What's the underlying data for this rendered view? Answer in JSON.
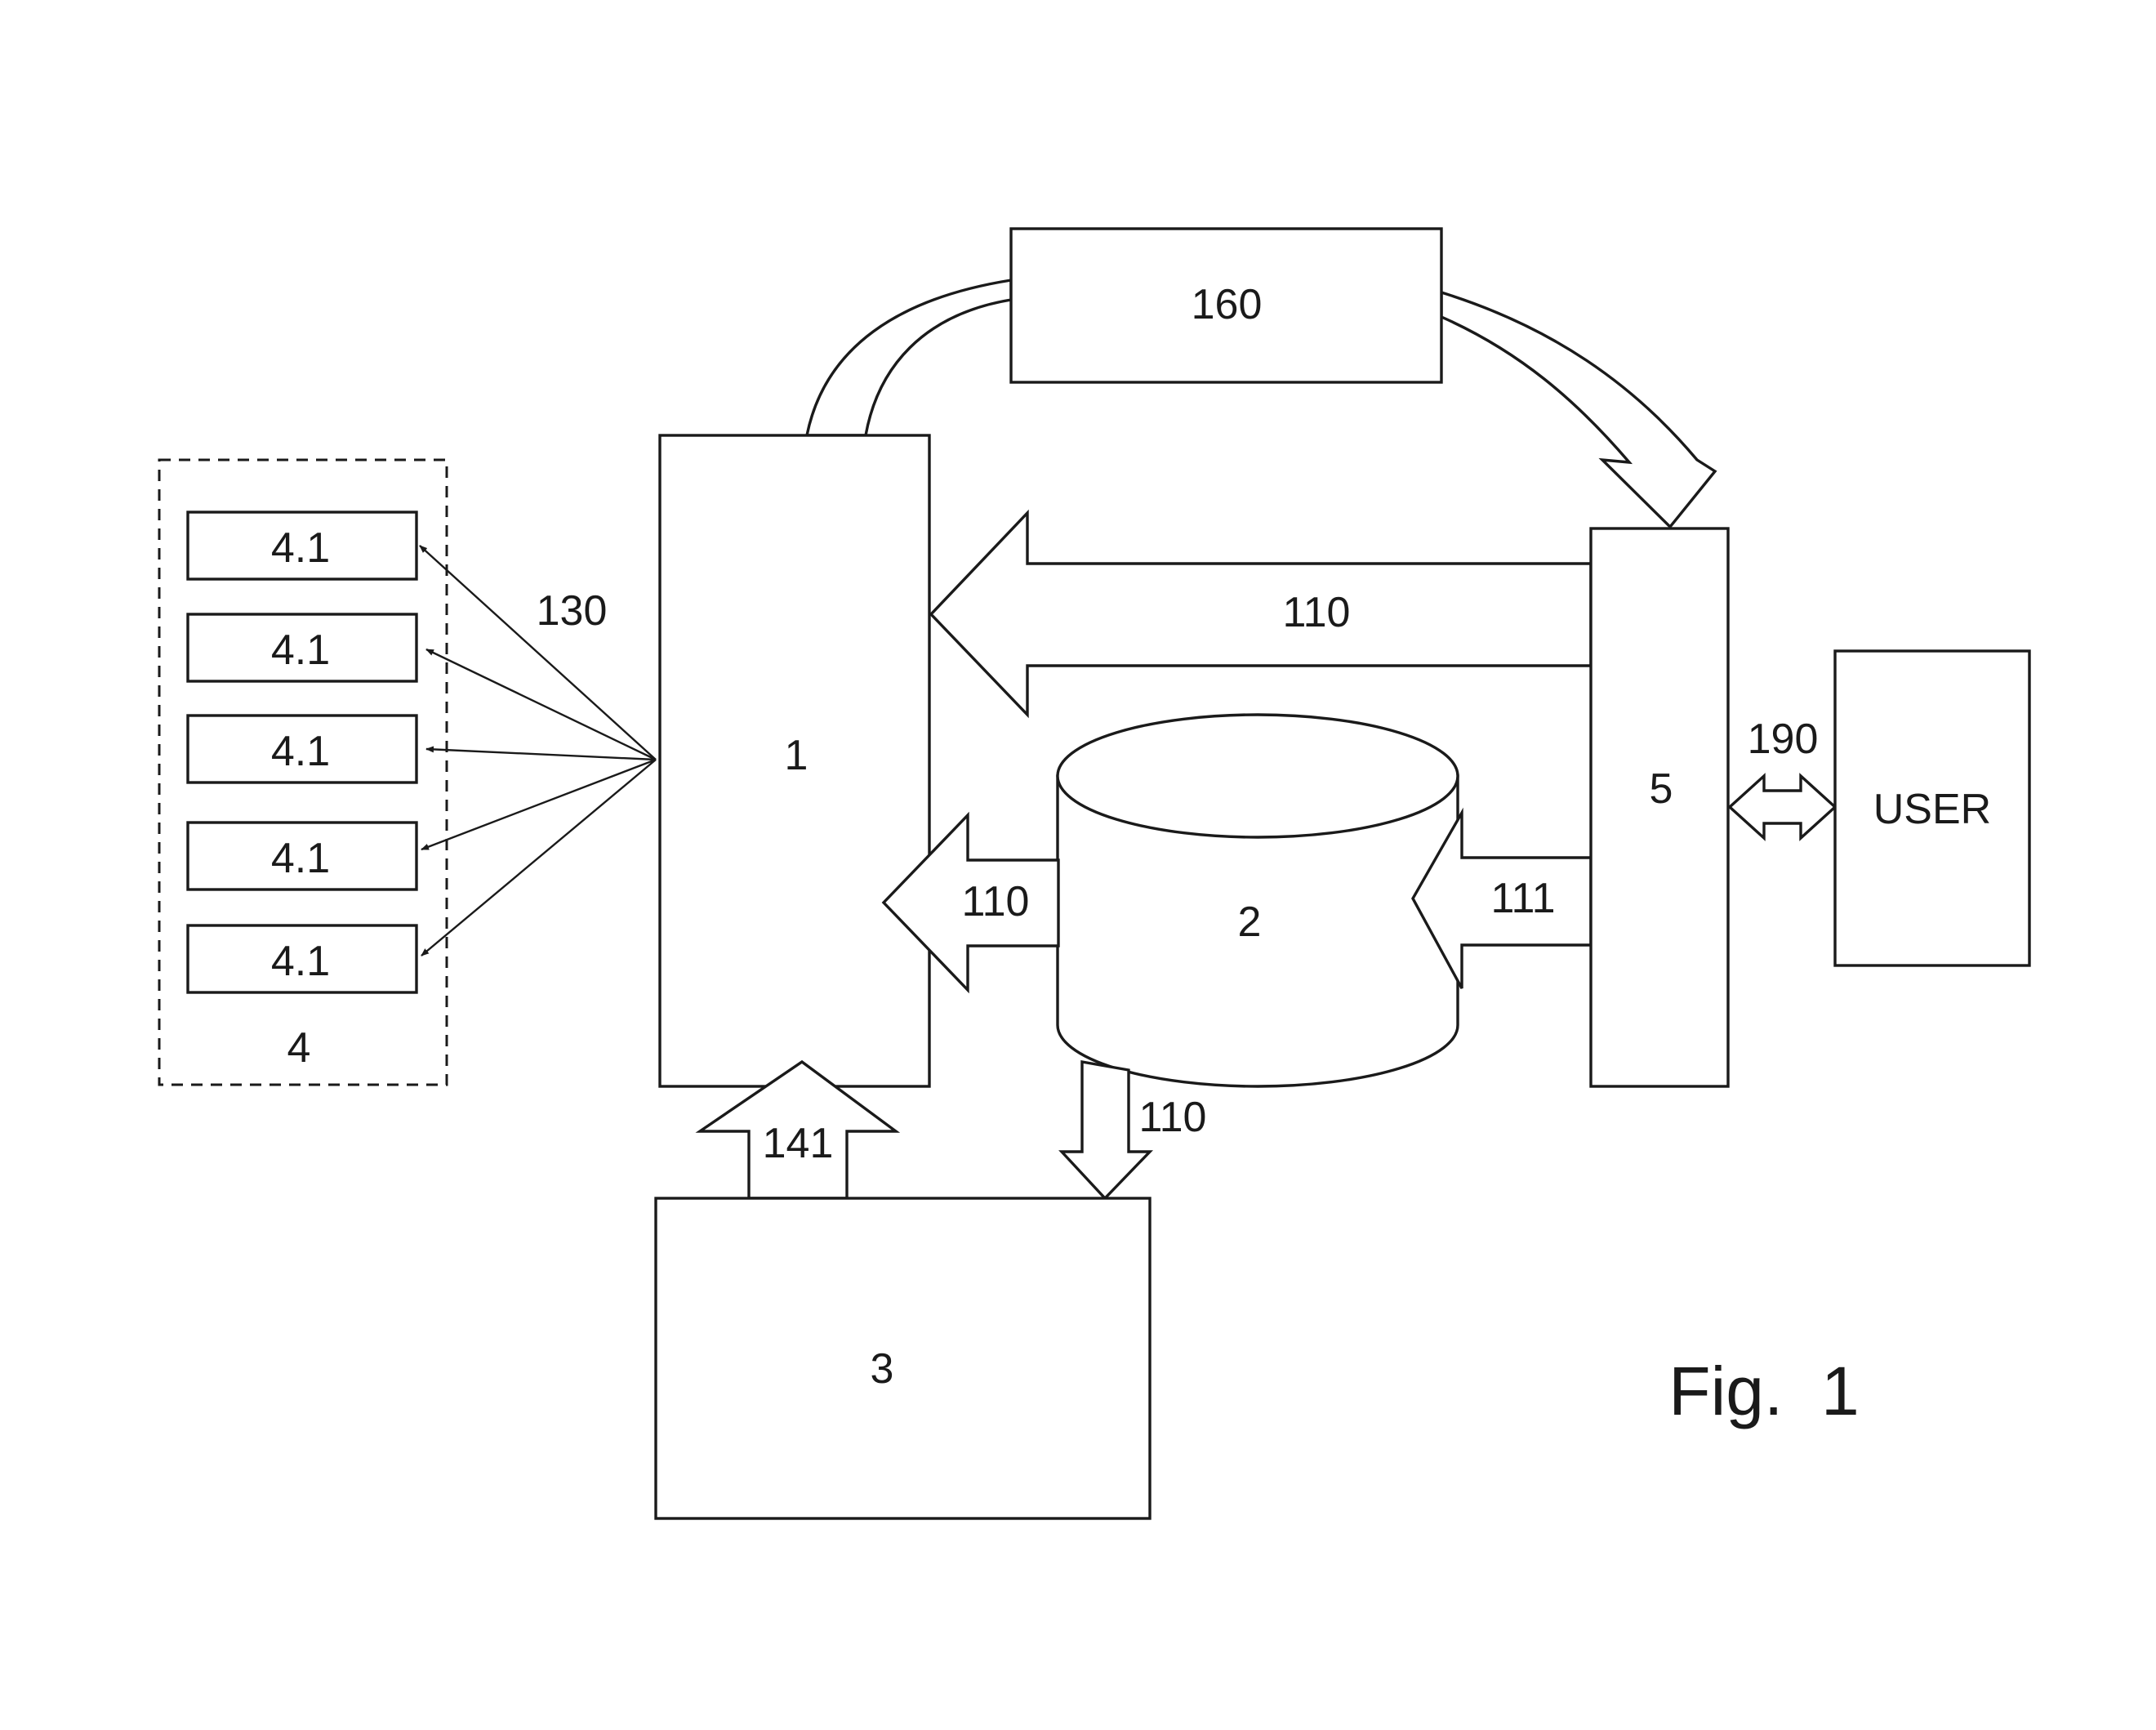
{
  "figure_caption": "Fig.  1",
  "blocks": {
    "block_1": "1",
    "block_2": "2",
    "block_3": "3",
    "block_4": "4",
    "block_5": "5",
    "block_160": "160",
    "user": "USER"
  },
  "sub_blocks": [
    "4.1",
    "4.1",
    "4.1",
    "4.1",
    "4.1"
  ],
  "connections": {
    "label_130": "130",
    "label_110_top": "110",
    "label_110_mid": "110",
    "label_110_bottom": "110",
    "label_111": "111",
    "label_141": "141",
    "label_190": "190"
  },
  "colors": {
    "line": "#1a1a1a",
    "background": "#ffffff"
  }
}
